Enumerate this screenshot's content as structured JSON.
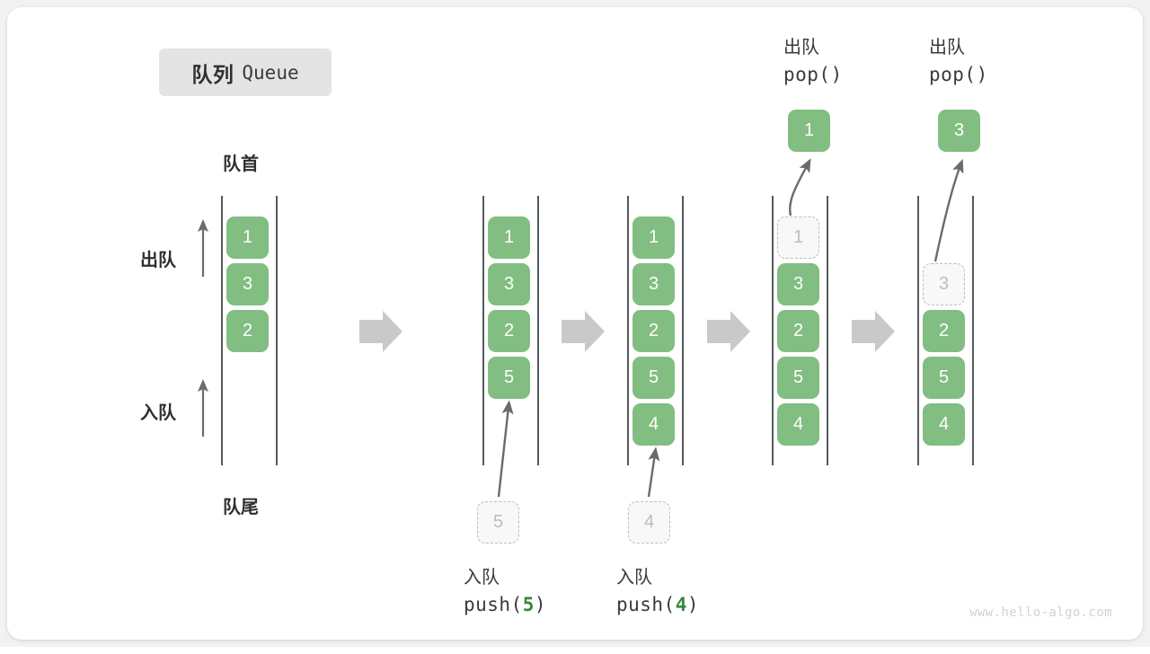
{
  "title": {
    "cn": "队列",
    "en": "Queue"
  },
  "labels": {
    "head": "队首",
    "tail": "队尾",
    "dequeue": "出队",
    "enqueue": "入队"
  },
  "watermark": "www.hello-algo.com",
  "colors": {
    "cell_green": "#82bd82",
    "ghost_fill": "#f8f8f8",
    "ghost_border": "#bdbdbd",
    "rail": "#555a5e",
    "arrow": "#6b6b6b",
    "step_arrow": "#c9c9c9",
    "accent_text": "#37863c",
    "card_bg": "#ffffff",
    "page_bg": "#f2f2f2"
  },
  "steps": [
    {
      "id": "initial",
      "cells": [
        "1",
        "3",
        "2"
      ],
      "ghost": null,
      "popped": null,
      "op_cn": null,
      "op_code": null
    },
    {
      "id": "push-5",
      "cells": [
        "1",
        "3",
        "2",
        "5"
      ],
      "ghost": {
        "value": "5",
        "position": "below"
      },
      "popped": null,
      "op_cn": "入队",
      "op_code": "push(",
      "op_arg": "5",
      "op_code_close": ")"
    },
    {
      "id": "push-4",
      "cells": [
        "1",
        "3",
        "2",
        "5",
        "4"
      ],
      "ghost": {
        "value": "4",
        "position": "below"
      },
      "popped": null,
      "op_cn": "入队",
      "op_code": "push(",
      "op_arg": "4",
      "op_code_close": ")"
    },
    {
      "id": "pop-1",
      "cells": [
        "3",
        "2",
        "5",
        "4"
      ],
      "ghost": {
        "value": "1",
        "position": "slot0"
      },
      "popped": "1",
      "op_cn": "出队",
      "op_code": "pop()",
      "op_arg": "",
      "op_code_close": ""
    },
    {
      "id": "pop-3",
      "cells": [
        "2",
        "5",
        "4"
      ],
      "ghost": {
        "value": "3",
        "position": "slot1"
      },
      "popped": "3",
      "op_cn": "出队",
      "op_code": "pop()",
      "op_arg": "",
      "op_code_close": ""
    }
  ],
  "step_arrows": 4
}
